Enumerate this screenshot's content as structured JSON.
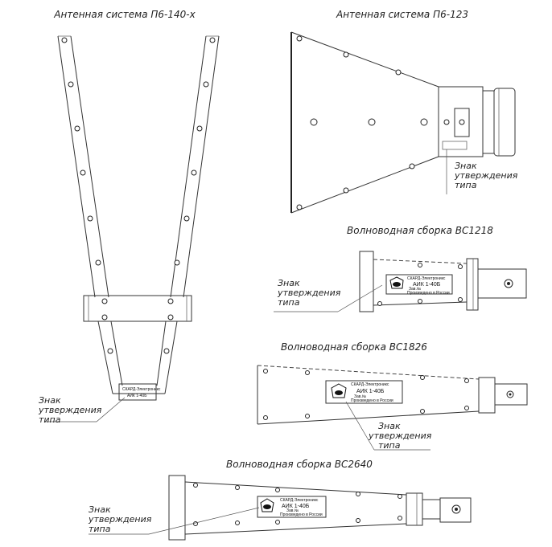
{
  "titles": {
    "p6_140": "Антенная система П6-140-х",
    "p6_123": "Антенная система П6-123",
    "bc1218": "Волноводная сборка ВС1218",
    "bc1826": "Волноводная сборка ВС1826",
    "bc2640": "Волноводная сборка ВС2640"
  },
  "callout": {
    "line1": "Знак",
    "line2": "утверждения",
    "line3": "типа"
  },
  "plate": {
    "maker": "СКАРД-Электроникс",
    "model": "АИК 1-40Б",
    "serial": "Зав.№",
    "origin": "Произведено в России"
  }
}
